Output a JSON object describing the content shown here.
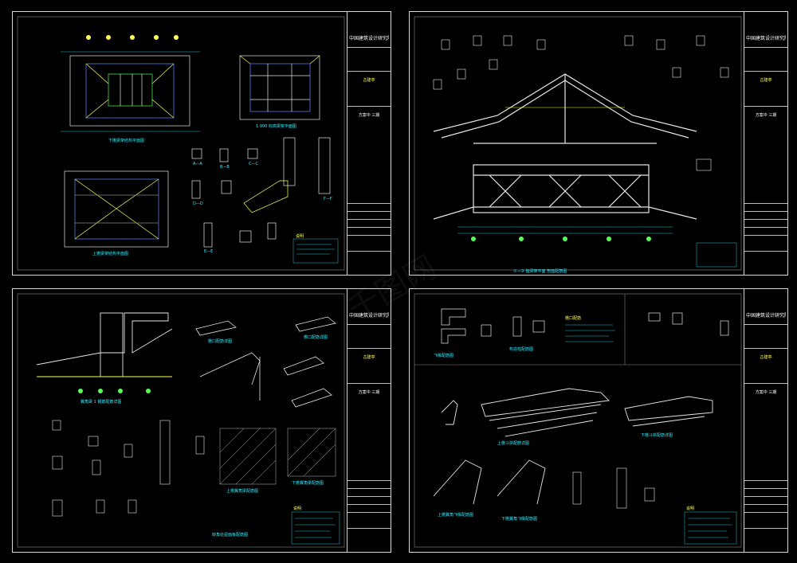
{
  "sheets": [
    {
      "id": "sheet-1",
      "title_block": {
        "org": "中国建筑设计研究院",
        "project": "古建亭",
        "stage": "方案中 三期"
      },
      "labels": [
        "下檐梁架结构平面图",
        "上檐梁架结构平面图",
        "1.900 标高梁架平面图",
        "A—A",
        "B—B",
        "C—C",
        "D—D",
        "E—E",
        "F—F",
        "说明"
      ]
    },
    {
      "id": "sheet-2",
      "title_block": {
        "org": "中国建筑设计研究院",
        "project": "古建亭",
        "stage": "方案中 三期"
      },
      "labels": [
        "①—③ 轴梁架平面 剖面配筋图"
      ]
    },
    {
      "id": "sheet-3",
      "title_block": {
        "org": "中国建筑设计研究院",
        "project": "古建亭",
        "stage": "方案中 三期"
      },
      "labels": [
        "翼角梁 1 钢筋配筋详图",
        "檐口配筋详图",
        "檐口配筋详图",
        "上檐翼角梁配筋图",
        "下檐翼角梁配筋图",
        "转角处屋面板配筋图",
        "说明"
      ]
    },
    {
      "id": "sheet-4",
      "title_block": {
        "org": "中国建筑设计研究院",
        "project": "古建亭",
        "stage": "方案中 三期"
      },
      "labels": [
        "飞椽配筋图",
        "构造柱配筋图",
        "檐口配筋",
        "上檐翼角飞椽配筋图",
        "下檐翼角飞椽配筋图",
        "上檐斗拱配筋详图",
        "下檐斗拱配筋详图",
        "说明"
      ]
    }
  ],
  "watermark": "千图网",
  "colors": {
    "line_white": "#e6e6e6",
    "line_cyan": "#33eeff",
    "line_yellow": "#ffff55",
    "line_green": "#55ff55",
    "line_blue": "#6688ff"
  }
}
